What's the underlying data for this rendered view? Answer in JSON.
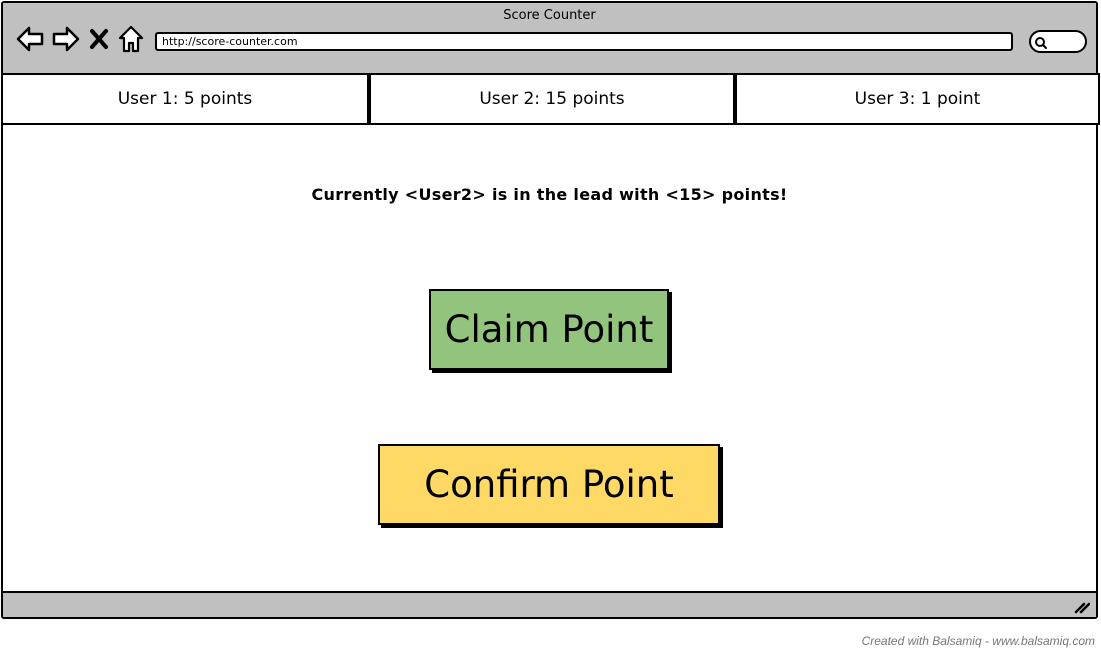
{
  "window": {
    "title": "Score Counter",
    "url": "http://score-counter.com"
  },
  "nav": {
    "back_icon": "back-arrow-icon",
    "forward_icon": "forward-arrow-icon",
    "close_icon": "close-icon",
    "home_icon": "home-icon",
    "search_icon": "search-icon"
  },
  "tabs": [
    {
      "label": "User 1: 5 points"
    },
    {
      "label": "User 2: 15 points"
    },
    {
      "label": "User 3: 1 point"
    }
  ],
  "main": {
    "lead_text": "Currently <User2> is in the lead with <15> points!",
    "claim_button": "Claim Point",
    "confirm_button": "Confirm Point"
  },
  "colors": {
    "claim": "#93c47d",
    "confirm": "#ffd966",
    "chrome": "#c0c0c0"
  },
  "footer": {
    "credit": "Created with Balsamiq - www.balsamiq.com"
  }
}
